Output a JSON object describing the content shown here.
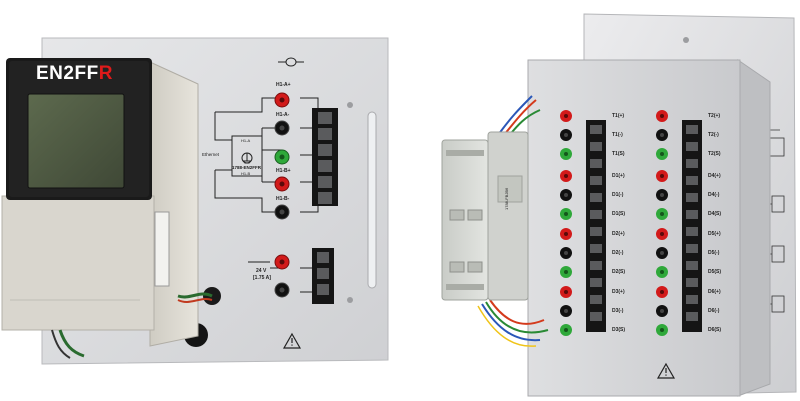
{
  "left_unit": {
    "brand_label": "EN2FF",
    "brand_accent": "R",
    "module_label": "1788-EN2FFR",
    "ethernet_label": "Ethernet",
    "terminals": [
      "H1-A+",
      "H1-A-",
      "H1-B+",
      "H1-B-"
    ],
    "power_label_line1": "24 V",
    "power_label_line2": "[1.75 A]",
    "junction_top": "H1-A",
    "junction_bottom": "H1-B"
  },
  "right_unit": {
    "module_text": "1788-FBJB6",
    "left_column_labels": [
      "T1(+)",
      "T1(-)",
      "T1(S)",
      "D1(+)",
      "D1(-)",
      "D1(S)",
      "D2(+)",
      "D2(-)",
      "D2(S)",
      "D3(+)",
      "D3(-)",
      "D3(S)"
    ],
    "right_column_labels": [
      "T2(+)",
      "T2(-)",
      "T2(S)",
      "D4(+)",
      "D4(-)",
      "D4(S)",
      "D5(+)",
      "D5(-)",
      "D5(S)",
      "D6(+)",
      "D6(-)",
      "D6(S)"
    ]
  },
  "colors": {
    "panel": "#d9dadc",
    "bezel": "#1a1a1a",
    "screen": "#4f5a42",
    "terminal_red": "#d21a1a",
    "terminal_green": "#2fa83a",
    "terminal_black": "#111111",
    "terminal_block": "#151515",
    "din_module": "#d7d9d6"
  },
  "icons": [
    "warning-icon",
    "ground-symbol-icon"
  ]
}
